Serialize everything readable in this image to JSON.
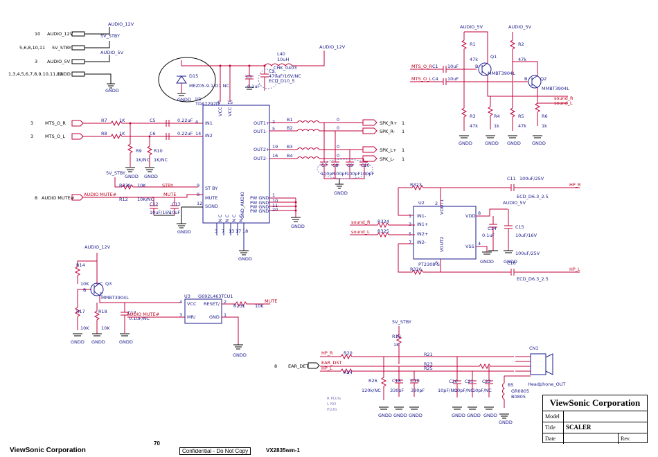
{
  "ports": [
    {
      "pins": "10",
      "name": "AUDIO_12V"
    },
    {
      "pins": "5,6,8,10,11",
      "name": "5V_STBY"
    },
    {
      "pins": "3",
      "name": "AUDIO_5V"
    },
    {
      "pins": "1,3,4,5,6,7,8,9,10,11,12",
      "name": "GNDD"
    }
  ],
  "inputs": [
    {
      "pin": "3",
      "name": "MTS_O_R"
    },
    {
      "pin": "3",
      "name": "MTS_O_L"
    },
    {
      "pin": "8",
      "name": "AUDIO MUTE#"
    },
    {
      "pin": "8",
      "name": "EAR_DET"
    }
  ],
  "net": {
    "audio_12v": "AUDIO_12V",
    "audio_5v": "AUDIO_5V",
    "stby": "5V_STBY",
    "gndd": "GNDD",
    "hp_r": "HP_R",
    "hp_l": "HP_L",
    "sound_r": "sound_R",
    "sound_l": "sound_L",
    "stby_lbl": "STBY",
    "mute_lbl": "MUTE",
    "mute": "MUTE",
    "audio_mute": "AUDIO MUTE#",
    "mts_r": "MTS_O_R",
    "mts_l": "MTS_O_L",
    "ear_dst": "EAR_DST",
    "hp_l2": "HP_L",
    "hp_r2": "HP_R"
  },
  "u1": {
    "ref": "U1",
    "part": "TDA7297D",
    "pins_left": [
      {
        "n": "4",
        "name": "IN1"
      },
      {
        "n": "14",
        "name": "IN2"
      },
      {
        "n": "9",
        "name": "ST BY"
      },
      {
        "n": "8",
        "name": "MUTE"
      },
      {
        "n": "12",
        "name": "SGND"
      }
    ],
    "pins_right": [
      {
        "n": "2",
        "name": "OUT1+"
      },
      {
        "n": "5",
        "name": "OUT1-"
      },
      {
        "n": "19",
        "name": "OUT2+"
      },
      {
        "n": "16",
        "name": "OUT2-"
      }
    ],
    "gnd": [
      {
        "n": "1",
        "name": "PW GND"
      },
      {
        "n": "10",
        "name": "PW GND"
      },
      {
        "n": "11",
        "name": "PW GND"
      },
      {
        "n": "20",
        "name": "PW GND"
      }
    ],
    "vcc": [
      "VCC",
      "VCC"
    ],
    "vcc_pins": [
      "6",
      "15"
    ],
    "nc": [
      "N C",
      "N C",
      "N C",
      "N C"
    ],
    "nc_pins": [
      "3",
      "7",
      "13",
      "17"
    ],
    "gnd_audio": "GND_AUDIO",
    "gnd_pin": "18"
  },
  "u2": {
    "ref": "U2",
    "part": "PT2308-S",
    "pins": [
      {
        "n": "1",
        "name": "IN1-"
      },
      {
        "n": "3",
        "name": "IN1+"
      },
      {
        "n": "5",
        "name": "IN2+"
      },
      {
        "n": "7",
        "name": "IN2-"
      },
      {
        "n": "8",
        "name": "VDD"
      },
      {
        "n": "4",
        "name": "VSS"
      }
    ],
    "out1": "VOUT1",
    "out2": "VOUT2",
    "p2": "2",
    "p6": "6"
  },
  "u3": {
    "ref": "U3",
    "part": "G692L463TCU1",
    "pins": [
      {
        "n": "4",
        "name": "VCC"
      },
      {
        "n": "3",
        "name": "MR/"
      },
      {
        "n": "2",
        "name": "RESET/"
      },
      {
        "n": "1",
        "name": "GND"
      }
    ]
  },
  "speakers": [
    "SPK_R+",
    "SPK_R-",
    "SPK_L+",
    "SPK_L-"
  ],
  "spk_pin": "1",
  "beads": [
    "B1",
    "B2",
    "B3",
    "B4"
  ],
  "zero": "0",
  "comp": {
    "d15": "D15",
    "d15v": "MEZ05-9.1-D1 NC",
    "l40": "L40",
    "l40v": "10uH",
    "l40p": "CHK_0403",
    "c3": "C3",
    "c3v": "0.1uF",
    "c2": "C2",
    "c2v": "470uF/16V/NC",
    "c2p": "ECD_D10_5",
    "r7": "R7",
    "r8": "R8",
    "k1": "1K",
    "c5": "C5",
    "c6": "C6",
    "v022": "0.22uF",
    "r9": "R9",
    "r10": "R10",
    "knc": "1K/NC",
    "r339": "R339",
    "r12": "R12",
    "k10": "10K",
    "k10nc": "10K/NC",
    "c12": "C12",
    "c12v": "10uF/16V",
    "c13": "C13",
    "c13v": "10uF",
    "c7": "C7",
    "c8": "C8",
    "c9": "C9",
    "c10": "C10",
    "pf100": "100pF",
    "r1": "R1",
    "r2": "R2",
    "r3": "R3",
    "r4": "R4",
    "r5": "R5",
    "r6": "R6",
    "k47": "47k",
    "k1s": "1k",
    "c1": "C1",
    "c4": "C4",
    "uf10": "10uF",
    "q1": "Q1",
    "q2": "Q2",
    "q3": "Q3",
    "mmbt": "MMBT3904L",
    "qb": "B",
    "qc": "C",
    "qe": "E",
    "r323": "R323",
    "r324": "R324",
    "r325": "R325",
    "r326": "R326",
    "c11": "C11",
    "c16": "C16",
    "v100": "100uF/25V",
    "ecd": "ECD_D6.3_2.5",
    "c14": "C14",
    "c14v": "0.1uF",
    "c15": "C15",
    "c15v": "10uF/16V",
    "r14": "R14",
    "r17": "R17",
    "r18": "R18",
    "k10b": "10K",
    "c17": "C17",
    "c17v": "0.1uF/NC",
    "r231": "R231",
    "r19": "R19",
    "r20": "R20",
    "r21": "R21",
    "r23": "R23",
    "r24": "R24",
    "r25": "R25",
    "r26": "R26",
    "r26v": "120k/NC",
    "c18": "C18",
    "c19": "C19",
    "pf330": "330pF",
    "c20": "C20",
    "c21": "C21",
    "c22": "C22",
    "pfnc": "10pF/NC",
    "b5": "B5",
    "b5v": "GR0805",
    "b5p": "B0805",
    "cn1": "CN1",
    "cn1v": "Headphone_OUT"
  },
  "notes": [
    "R PLUG",
    "L NO",
    "PLUG"
  ],
  "title_block": {
    "company": "ViewSonic Corporation",
    "model_label": "Model",
    "title_label": "Title",
    "title": "SCALER",
    "date_label": "Date",
    "rev_label": "Rev."
  },
  "footer": {
    "company": "ViewSonic Corporation",
    "page": "70",
    "confidential": "Confidential - Do Not Copy",
    "model": "VX2835wm-1"
  }
}
